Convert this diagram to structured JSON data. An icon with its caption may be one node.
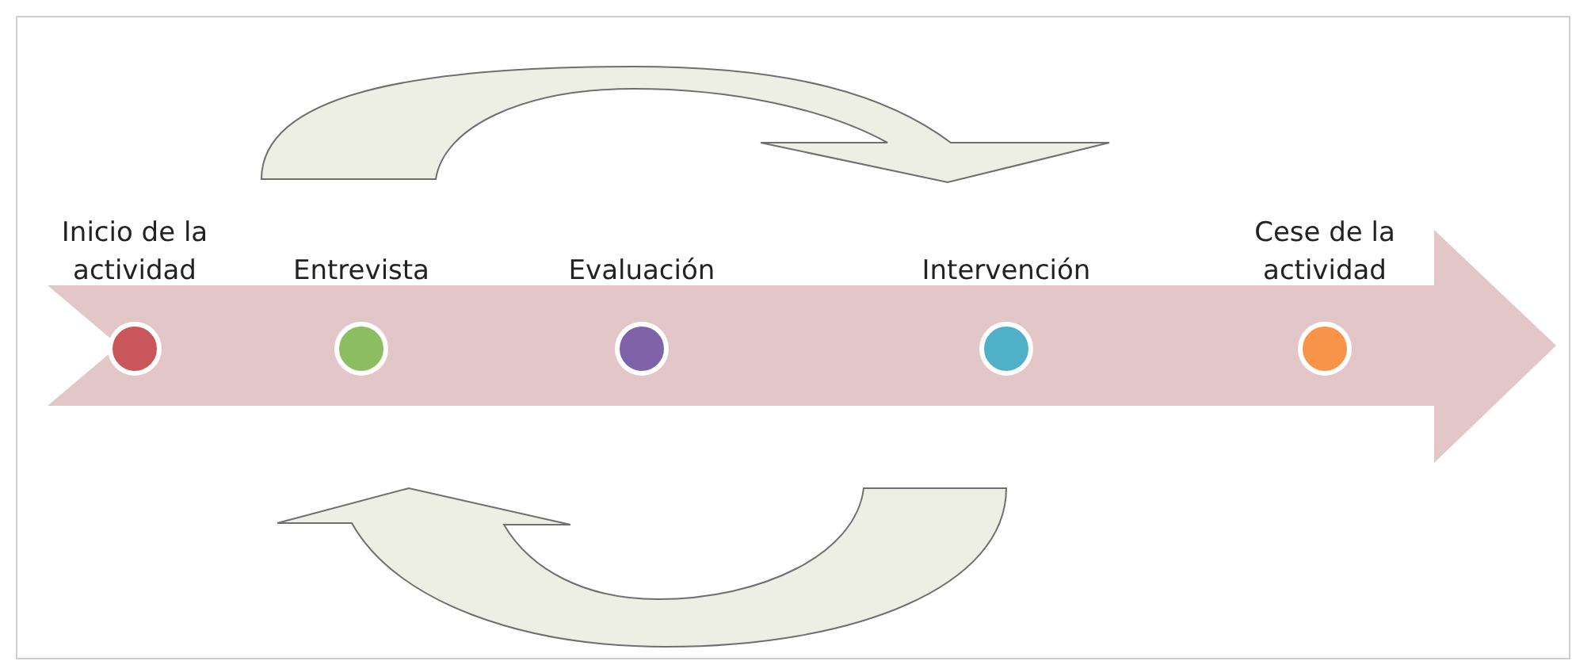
{
  "diagram": {
    "nodes": [
      {
        "text": [
          "Inicio de la actividad"
        ]
      },
      {
        "text": [
          "Entrevista"
        ]
      },
      {
        "text": [
          "Evaluación"
        ]
      },
      {
        "text": [
          "Intervención"
        ]
      },
      {
        "text": [
          "Cese de la actividad"
        ]
      }
    ]
  }
}
